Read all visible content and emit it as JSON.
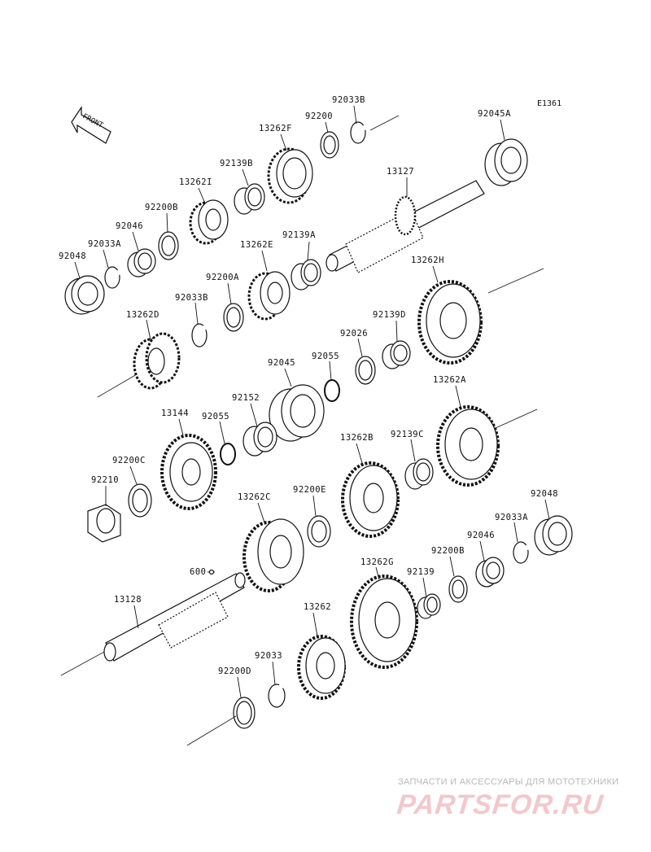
{
  "figure_id": "E1361",
  "front_label": "FRONT",
  "labels": {
    "92033B_top": "92033B",
    "92200_top": "92200",
    "13262F": "13262F",
    "92045A": "92045A",
    "92139B": "92139B",
    "13262I": "13262I",
    "13127": "13127",
    "92200B_upper": "92200B",
    "92046_upper": "92046",
    "92033A_upper": "92033A",
    "92048_upper": "92048",
    "13262E": "13262E",
    "92139A": "92139A",
    "92200A": "92200A",
    "13262H": "13262H",
    "92033B_mid": "92033B",
    "13262D": "13262D",
    "92139D": "92139D",
    "92026": "92026",
    "92045": "92045",
    "92055_upper": "92055",
    "92152": "92152",
    "13262A": "13262A",
    "13144": "13144",
    "92055_lower": "92055",
    "13262B": "13262B",
    "92139C": "92139C",
    "92200C": "92200C",
    "92210": "92210",
    "92048_lower": "92048",
    "13262C": "13262C",
    "92200E": "92200E",
    "92033A_lower": "92033A",
    "92046_lower": "92046",
    "600": "600",
    "92200B_lower": "92200B",
    "13262G": "13262G",
    "92139": "92139",
    "13128": "13128",
    "13262": "13262",
    "92033": "92033",
    "92200D": "92200D"
  },
  "watermark": {
    "tagline": "ЗАПЧАСТИ И АКСЕССУАРЫ ДЛЯ МОТОТЕХНИКИ",
    "logo": "PARTSFOR.RU"
  }
}
